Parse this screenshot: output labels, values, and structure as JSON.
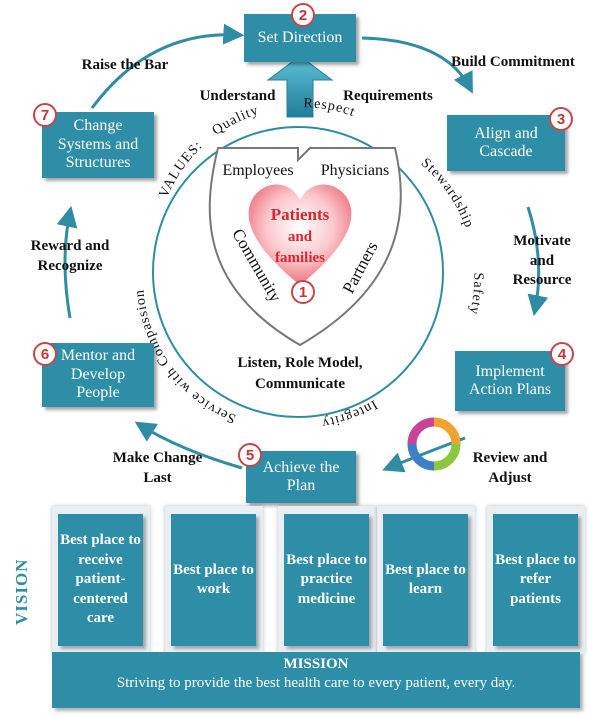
{
  "steps": [
    {
      "num": "1",
      "label": ""
    },
    {
      "num": "2",
      "label": "Set Direction"
    },
    {
      "num": "3",
      "label": "Align and Cascade"
    },
    {
      "num": "4",
      "label": "Implement Action Plans"
    },
    {
      "num": "5",
      "label": "Achieve the Plan"
    },
    {
      "num": "6",
      "label": "Mentor and Develop People"
    },
    {
      "num": "7",
      "label": "Change Systems and Structures"
    }
  ],
  "transitions": {
    "raise_bar": "Raise the Bar",
    "build_commitment": "Build Commitment",
    "understand": "Understand",
    "requirements": "Requirements",
    "motivate": "Motivate and Resource",
    "review": "Review and Adjust",
    "make_change": "Make Change Last",
    "reward": "Reward and Recognize"
  },
  "values": {
    "prefix": "VALUES:",
    "items": [
      "Quality",
      "Respect",
      "Stewardship",
      "Safety",
      "Integrity",
      "Service with Compassion"
    ]
  },
  "center": {
    "employees": "Employees",
    "physicians": "Physicians",
    "community": "Community",
    "partners": "Partners",
    "patients": "Patients",
    "and": "and",
    "families": "families",
    "listen": "Listen, Role Model,",
    "communicate": "Communicate"
  },
  "vision": {
    "title": "VISION",
    "items": [
      "Best place to receive patient-centered care",
      "Best place to work",
      "Best place to practice medicine",
      "Best place to learn",
      "Best place to refer patients"
    ]
  },
  "mission": {
    "title": "MISSION",
    "text": "Striving to provide the best health care to every patient, every day."
  },
  "colors": {
    "box": "#2f8ea7",
    "badge_border": "#c94545",
    "heart": "#f08a93",
    "arrow": "#2e8ca4"
  }
}
